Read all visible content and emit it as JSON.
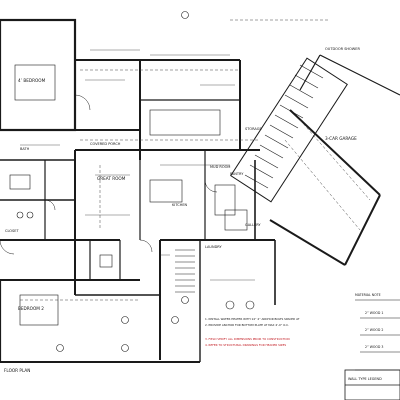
{
  "labels": {
    "bedroom_a": "4’ BEDROOM",
    "bedroom_b": "BEDROOM 2",
    "great_room": "GREAT ROOM",
    "garage": "3-CAR GARAGE",
    "outdoor_shower": "OUTDOOR SHOWER",
    "kitchen": "KITCHEN",
    "mudroom": "MUD ROOM",
    "laundry": "LAUNDRY",
    "pantry": "PANTRY",
    "storage": "STORAGE",
    "gallery": "GALLERY",
    "covered_porch": "COVERED PORCH",
    "bath": "BATH",
    "closet": "CLOSET",
    "material_note": "MATERIAL NOTE",
    "wall_type": "WALL TYPE LEGEND",
    "floor_plan": "FLOOR PLAN",
    "wood_1": "2” WOOD 1",
    "wood_2": "2” WOOD 2",
    "wood_3": "2” WOOD 3",
    "note_1": "1. INSTALL WATER HEATER WITH 14” 4” ANCHOR BOLTS SPACED AT",
    "note_2": "2. PROVIDE ANCHOR FOR BOTTOM PLATE AT MAX 4’-0” O.C.",
    "note_3": "3. FIELD VERIFY ALL DIMENSIONS PRIOR TO CONSTRUCTION",
    "note_4": "4. REFER TO STRUCTURAL DRAWINGS FOR HEADER SIZES"
  },
  "colors": {
    "ink": "#1a1a1a",
    "accent_red": "#c0141c",
    "paper": "#ffffff"
  }
}
